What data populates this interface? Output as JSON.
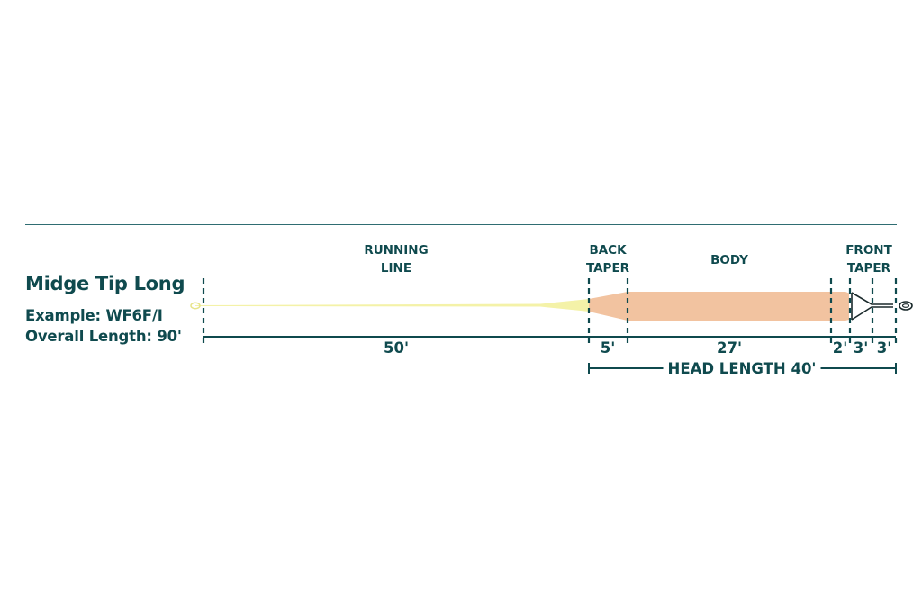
{
  "line_name": "Midge Tip Long",
  "example": "Example: WF6F/I",
  "overall_length": "Overall Length: 90'",
  "sections": {
    "running_line": "RUNNING\nLINE",
    "back_taper": "BACK\nTAPER",
    "body": "BODY",
    "front_taper": "FRONT\nTAPER"
  },
  "lengths": {
    "running_line": "50'",
    "back_taper": "5'",
    "body": "27'",
    "segment_2": "2'",
    "segment_3a": "3'",
    "segment_3b": "3'"
  },
  "head_length": "HEAD LENGTH 40'",
  "colors": {
    "text": "#0f4a4e",
    "rule": "#2f6d72",
    "running_line": "#f4f2a8",
    "body": "#f2c3a0"
  }
}
